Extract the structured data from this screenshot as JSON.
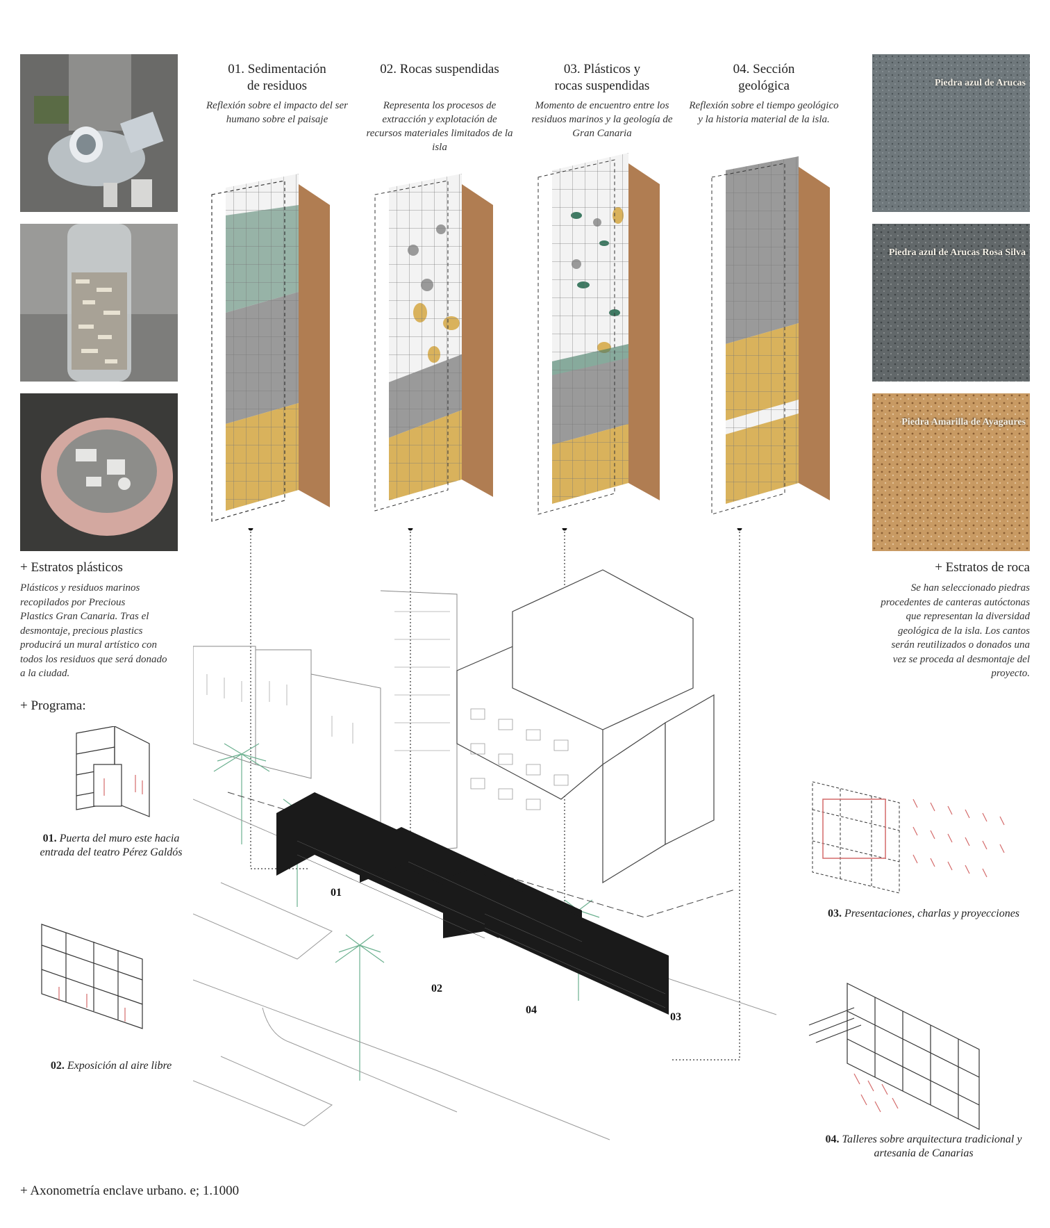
{
  "columns": [
    {
      "title_l1": "01. Sedimentación",
      "title_l2": "de residuos",
      "desc": "Reflexión sobre el impacto del ser humano sobre el paisaje"
    },
    {
      "title_l1": "02. Rocas suspendidas",
      "title_l2": "",
      "desc": "Representa los procesos de extracción y explotación de recursos materiales limitados de la isla"
    },
    {
      "title_l1": "03. Plásticos y",
      "title_l2": "rocas suspendidas",
      "desc": "Momento de encuentro entre los residuos marinos y la geología de Gran Canaria"
    },
    {
      "title_l1": "04. Sección",
      "title_l2": "geológica",
      "desc": "Reflexión sobre el tiempo geológico y la historia material de la isla."
    }
  ],
  "stones": [
    {
      "label": "Piedra azul de Arucas"
    },
    {
      "label": "Piedra azul de Arucas Rosa Silva"
    },
    {
      "label": "Piedra Amarilla de Ayagaures"
    }
  ],
  "left": {
    "strata_title": "+ Estratos plásticos",
    "strata_text": [
      "Plásticos y residuos marinos",
      "recopilados por Precious",
      "Plastics Gran Canaria. Tras el",
      "desmontaje, precious plastics",
      "producirá un mural artístico con",
      "todos los residuos que será donado",
      "a la ciudad."
    ],
    "program_title": "+ Programa:",
    "prog1_num": "01.",
    "prog1_text_l1": "Puerta del muro este hacia",
    "prog1_text_l2": "entrada del teatro Pérez Galdós",
    "prog2_num": "02.",
    "prog2_text": "Exposición al aire libre"
  },
  "right": {
    "strata_title": "+ Estratos de roca",
    "strata_text": [
      "Se han seleccionado piedras",
      "procedentes de canteras autóctonas",
      "que representan la diversidad",
      "geológica de la isla. Los cantos",
      "serán reutilizados o donados una",
      "vez se proceda al desmontaje del",
      "proyecto."
    ],
    "prog3_num": "03.",
    "prog3_text": "Presentaciones, charlas y proyecciones",
    "prog4_num": "04.",
    "prog4_text_l1": "Talleres sobre arquitectura tradicional y",
    "prog4_text_l2": "artesania de Canarias"
  },
  "axo": {
    "labels": [
      "01",
      "02",
      "04",
      "03"
    ],
    "title": "+ Axonometría enclave urbano. e; 1.1000"
  },
  "colors": {
    "timber": "#b07d52",
    "yellow_stone": "#d9b25c",
    "grey_stone": "#9a9a9a",
    "green_plastic": "#3f7a63",
    "wall": "#1a1a1a"
  }
}
